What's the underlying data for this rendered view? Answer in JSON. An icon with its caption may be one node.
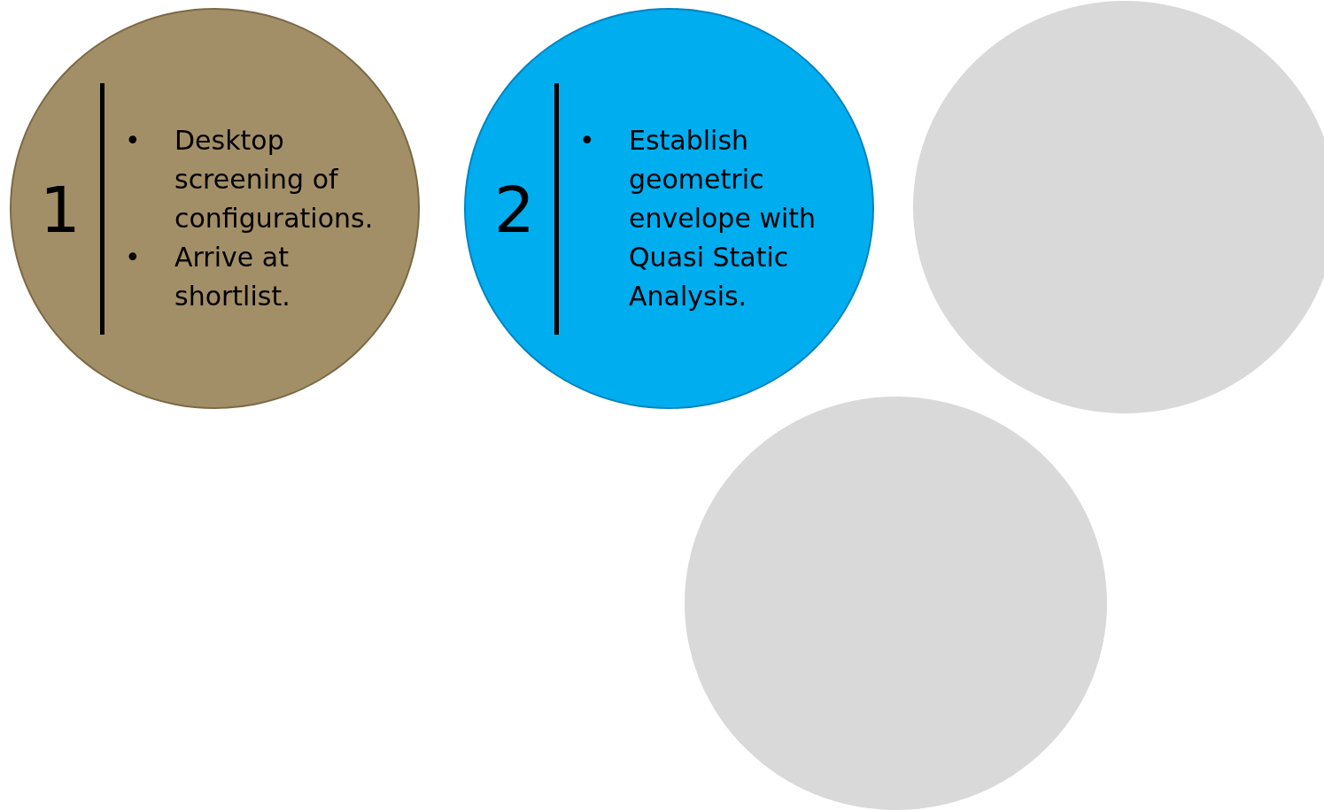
{
  "diagram": {
    "nodes": [
      {
        "text": [
          "1",
          "Desktop screening of configurations.",
          "Arrive at shortlist."
        ]
      },
      {
        "text": [
          "2",
          "Establish geometric envelope with Quasi Static Analysis."
        ]
      },
      {
        "text": [],
        "shape": "circle"
      },
      {
        "text": [],
        "shape": "circle"
      }
    ],
    "labels": [
      "•",
      "•",
      "•"
    ]
  }
}
